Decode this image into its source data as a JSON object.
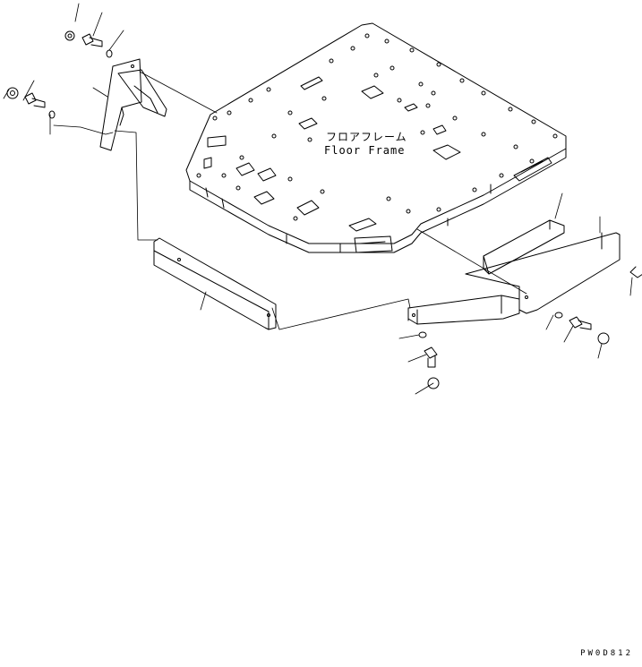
{
  "diagram": {
    "part_label_jp": "フロアフレーム",
    "part_label_en": "Floor Frame",
    "drawing_code": "PW0D812",
    "line_color": "#000000",
    "background": "#ffffff"
  }
}
